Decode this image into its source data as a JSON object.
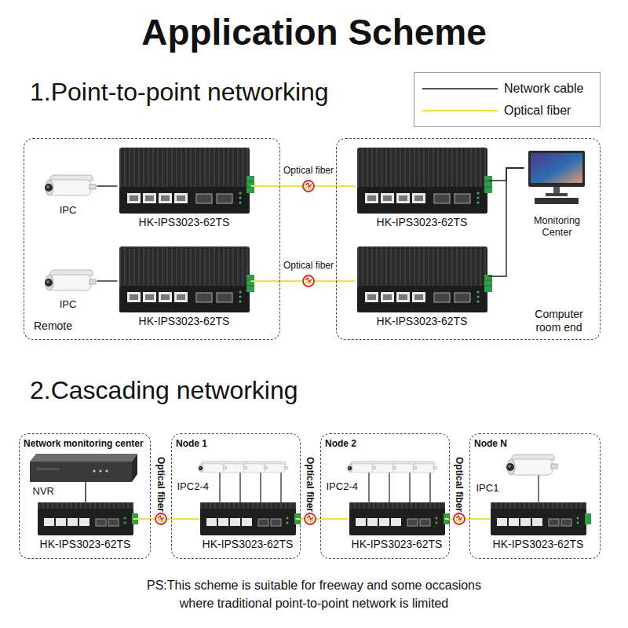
{
  "diagram": {
    "title": "Application Scheme",
    "caption": "PS:This scheme is suitable for freeway and some occasions where traditional point-to-point network is limited",
    "nodes": [
      {
        "text": [
          "Remote"
        ]
      },
      {
        "text": [
          "IPC"
        ],
        "in": 0
      },
      {
        "text": [
          "HK-IPS3023-62TS"
        ],
        "in": 0
      },
      {
        "text": [
          "IPC"
        ],
        "in": 0
      },
      {
        "text": [
          "HK-IPS3023-62TS"
        ],
        "in": 0
      },
      {
        "text": [
          "Computer room end"
        ]
      },
      {
        "text": [
          "HK-IPS3023-62TS"
        ],
        "in": 5
      },
      {
        "text": [
          "HK-IPS3023-62TS"
        ],
        "in": 5
      },
      {
        "text": [
          "Monitoring Center"
        ],
        "in": 5
      },
      {
        "text": [
          "Network monitoring center"
        ]
      },
      {
        "text": [
          "NVR"
        ],
        "in": 9
      },
      {
        "text": [
          "HK-IPS3023-62TS"
        ],
        "in": 9
      },
      {
        "text": [
          "Node 1"
        ]
      },
      {
        "text": [
          "IPC2-4"
        ],
        "in": 12
      },
      {
        "text": [
          "HK-IPS3023-62TS"
        ],
        "in": 12
      },
      {
        "text": [
          "Node 2"
        ]
      },
      {
        "text": [
          "IPC2-4"
        ],
        "in": 15
      },
      {
        "text": [
          "HK-IPS3023-62TS"
        ],
        "in": 15
      },
      {
        "text": [
          "Node N"
        ]
      },
      {
        "text": [
          "IPC1"
        ],
        "in": 18
      },
      {
        "text": [
          "HK-IPS3023-62TS"
        ],
        "in": 18
      }
    ],
    "edges": [
      {
        "from": 1,
        "to": 2,
        "arrow": "none"
      },
      {
        "from": 3,
        "to": 4,
        "arrow": "none"
      },
      {
        "from": 2,
        "to": 6,
        "label": "Optical fiber",
        "arrow": "none"
      },
      {
        "from": 4,
        "to": 7,
        "label": "Optical fiber",
        "arrow": "none"
      },
      {
        "from": 6,
        "to": 8,
        "arrow": "none"
      },
      {
        "from": 7,
        "to": 8,
        "arrow": "none"
      },
      {
        "from": 10,
        "to": 11,
        "arrow": "none"
      },
      {
        "from": 11,
        "to": 14,
        "label": "Optical fiber",
        "arrow": "none"
      },
      {
        "from": 13,
        "to": 14,
        "arrow": "none"
      },
      {
        "from": 14,
        "to": 17,
        "label": "Optical fiber",
        "arrow": "none"
      },
      {
        "from": 16,
        "to": 17,
        "arrow": "none"
      },
      {
        "from": 17,
        "to": 20,
        "label": "Optical fiber",
        "arrow": "none"
      },
      {
        "from": 19,
        "to": 20,
        "arrow": "none"
      }
    ],
    "labels": [
      "1.Point-to-point networking",
      "2.Cascading networking"
    ],
    "legend": [
      {
        "text": "Network cable"
      },
      {
        "text": "Optical fiber"
      }
    ]
  }
}
